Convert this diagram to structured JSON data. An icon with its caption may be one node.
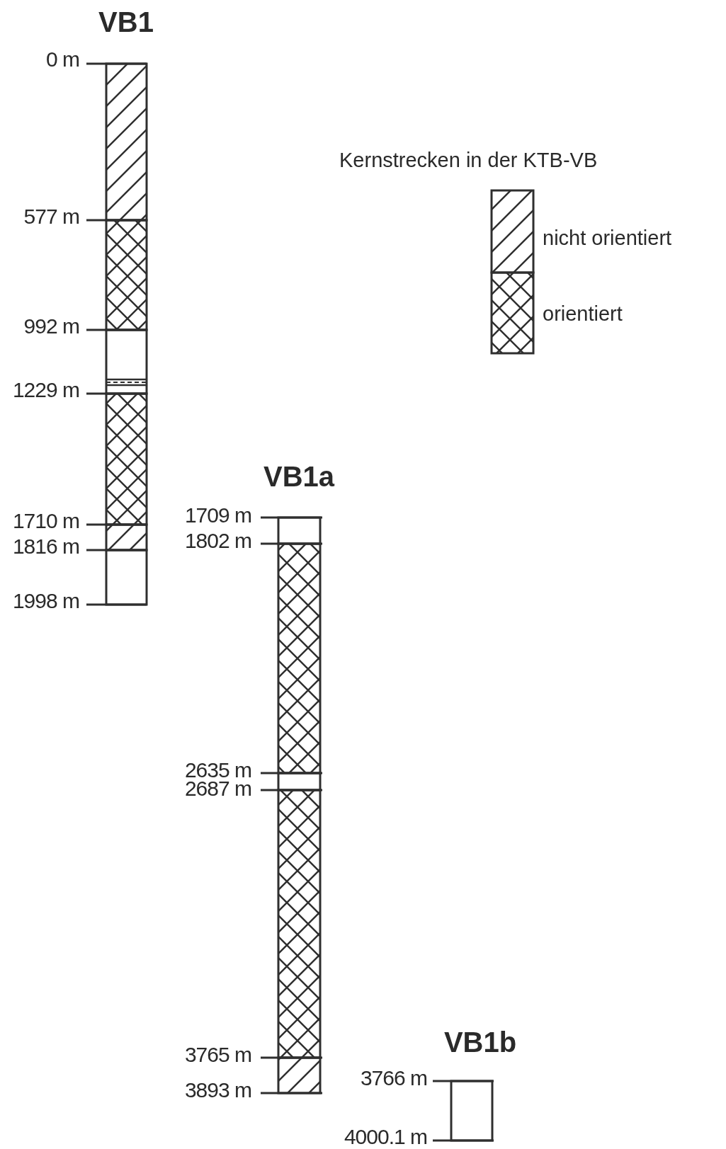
{
  "diagram": {
    "labels": [
      "VB1",
      "0 m",
      "Kernstrecken in der KTB-VB",
      "577 m",
      "992 m",
      "1229 m",
      "VB1a",
      "1709 m",
      "1710 m",
      "1802 m",
      "1816 m",
      "1998 m",
      "2635 m",
      "2687 m",
      "3765 m",
      "VB1b",
      "3766 m",
      "3893 m",
      "4000.1 m"
    ],
    "legend": [
      {
        "text": "nicht orientiert"
      },
      {
        "text": "orientiert"
      }
    ]
  }
}
